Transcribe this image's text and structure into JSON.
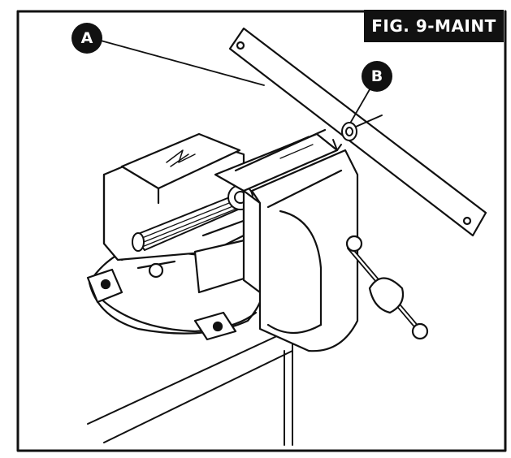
{
  "figure": {
    "title": "FIG. 9-MAINT",
    "callouts": [
      {
        "id": "a",
        "label": "A"
      },
      {
        "id": "b",
        "label": "B"
      }
    ],
    "colors": {
      "ink": "#111111",
      "paper": "#ffffff"
    }
  }
}
